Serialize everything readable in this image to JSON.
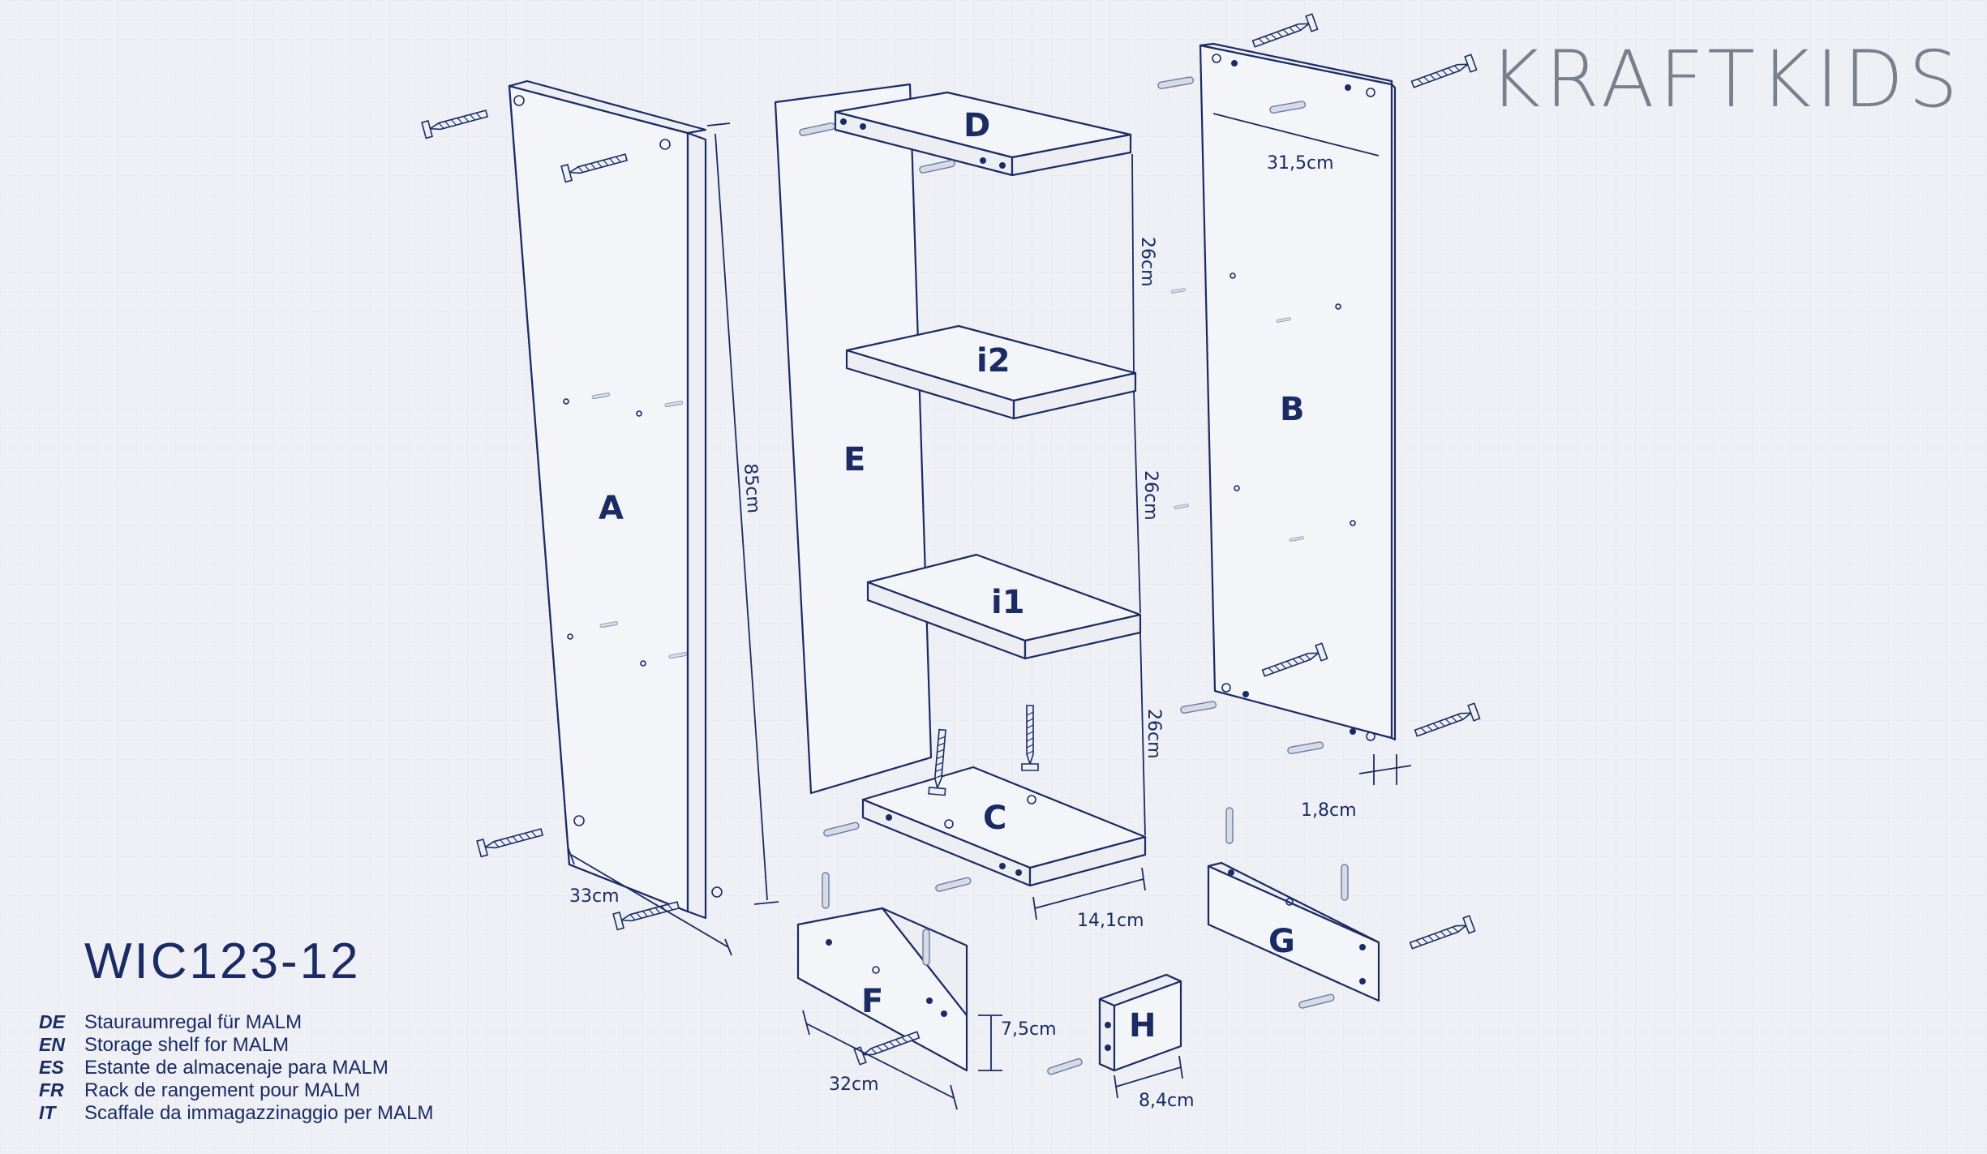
{
  "brand": {
    "logo_text": "KRAFTKIDS"
  },
  "product": {
    "code": "WIC123-12"
  },
  "descriptions": [
    {
      "lang": "DE",
      "text": "Stauraumregal für MALM"
    },
    {
      "lang": "EN",
      "text": "Storage shelf for MALM"
    },
    {
      "lang": "ES",
      "text": "Estante de almacenaje para MALM"
    },
    {
      "lang": "FR",
      "text": "Rack de rangement pour MALM"
    },
    {
      "lang": "IT",
      "text": "Scaffale da immagazzinaggio per MALM"
    }
  ],
  "parts": {
    "A": "A",
    "B": "B",
    "C": "C",
    "D": "D",
    "E": "E",
    "F": "F",
    "G": "G",
    "H": "H",
    "i1": "i1",
    "i2": "i2"
  },
  "dimensions": {
    "panel_a_height": "85cm",
    "panel_a_depth": "33cm",
    "panel_b_width": "31,5cm",
    "panel_b_thickness": "1,8cm",
    "shelf_spacing_top": "26cm",
    "shelf_spacing_middle": "26cm",
    "shelf_spacing_bottom": "26cm",
    "shelf_c_width": "14,1cm",
    "plinth_f_length": "32cm",
    "plinth_f_height": "7,5cm",
    "block_h_width": "8,4cm"
  },
  "colors": {
    "ink": "#1b2b63",
    "background": "#eef0f5",
    "logo": "#7a7f8c"
  }
}
